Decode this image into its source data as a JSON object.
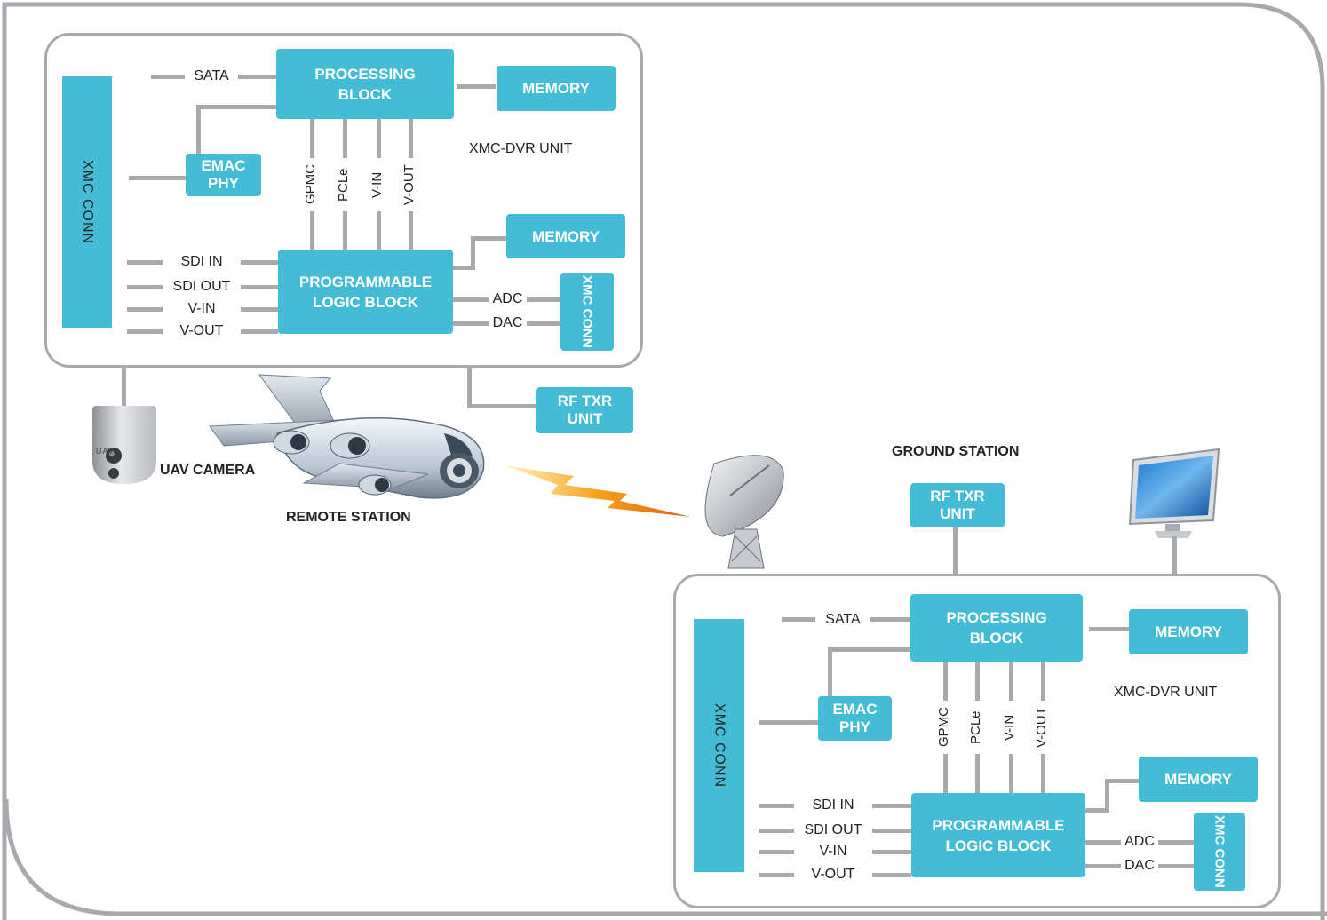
{
  "remote_unit": {
    "sata": "SATA",
    "processing_block": "PROCESSING BLOCK",
    "memory_top": "MEMORY",
    "unit_name": "XMC-DVR UNIT",
    "xmc_conn": "XMC CONN",
    "emac_phy": "EMAC PHY",
    "gpmc": "GPMC",
    "pcle": "PCLe",
    "vin_bus": "V-IN",
    "vout_bus": "V-OUT",
    "memory_bottom": "MEMORY",
    "programmable_logic_block": "PROGRAMMABLE LOGIC BLOCK",
    "sdi_in": "SDI IN",
    "sdi_out": "SDI OUT",
    "v_in": "V-IN",
    "v_out": "V-OUT",
    "adc": "ADC",
    "dac": "DAC",
    "xmc_conn_small": "XMC CONN"
  },
  "remote_station": {
    "rf_txr_unit": "RF TXR UNIT",
    "camera_label": "UAV CAMERA",
    "station_label": "REMOTE STATION",
    "camera_brand": "UAV"
  },
  "ground_station": {
    "station_label": "GROUND STATION",
    "rf_txr_unit": "RF TXR UNIT"
  },
  "ground_unit": {
    "sata": "SATA",
    "processing_block": "PROCESSING BLOCK",
    "memory_top": "MEMORY",
    "unit_name": "XMC-DVR UNIT",
    "xmc_conn": "XMC CONN",
    "emac_phy": "EMAC PHY",
    "gpmc": "GPMC",
    "pcle": "PCLe",
    "vin_bus": "V-IN",
    "vout_bus": "V-OUT",
    "memory_bottom": "MEMORY",
    "programmable_logic_block": "PROGRAMMABLE LOGIC BLOCK",
    "sdi_in": "SDI IN",
    "sdi_out": "SDI OUT",
    "v_in": "V-IN",
    "v_out": "V-OUT",
    "adc": "ADC",
    "dac": "DAC",
    "xmc_conn_small": "XMC CONN"
  },
  "colors": {
    "block": "#45BCD5",
    "line": "#A7A9AC",
    "text": "#222222",
    "lightning": "#F7A21B"
  }
}
